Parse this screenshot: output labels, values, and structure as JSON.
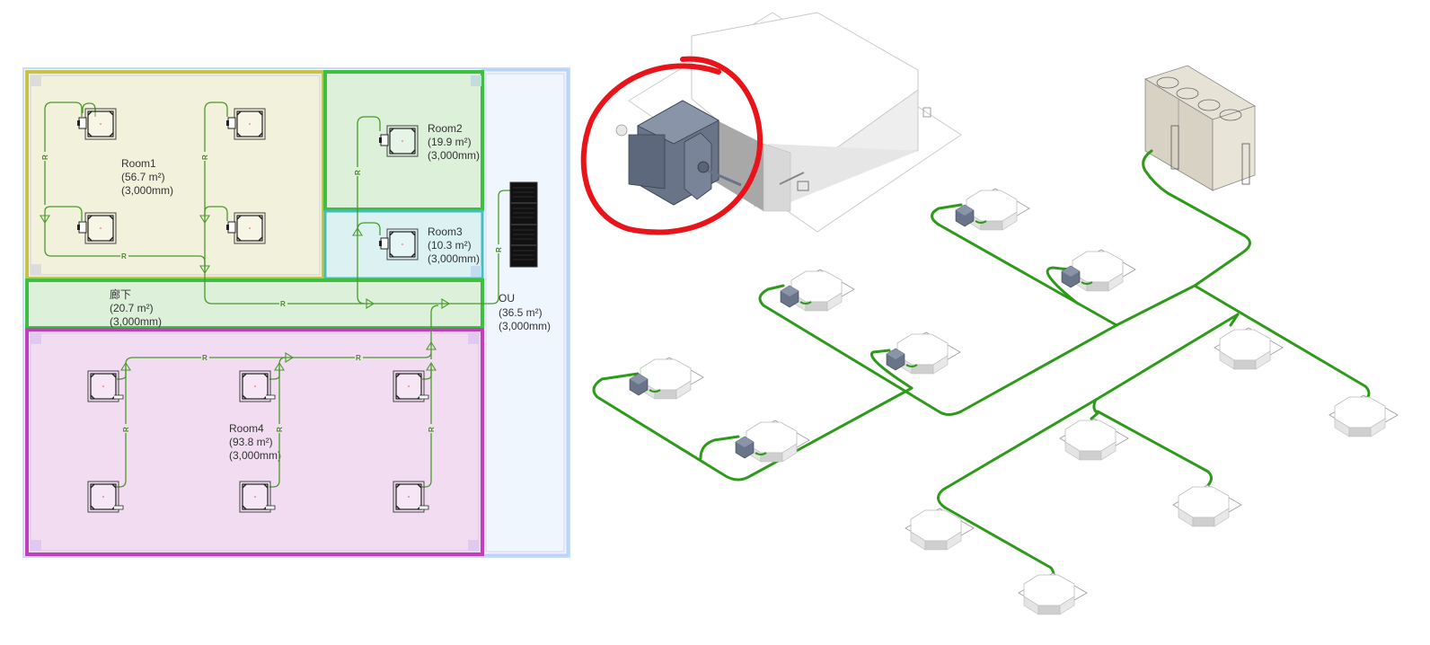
{
  "plan": {
    "rooms": [
      {
        "id": "room1",
        "name": "Room1",
        "area": "(56.7 m²)",
        "height": "(3,000mm)",
        "fill": "#f2f1dc",
        "border": "#c6c24a"
      },
      {
        "id": "room2",
        "name": "Room2",
        "area": "(19.9 m²)",
        "height": "(3,000mm)",
        "fill": "#dcf0da",
        "border": "#3fbf3f"
      },
      {
        "id": "room3",
        "name": "Room3",
        "area": "(10.3 m²)",
        "height": "(3,000mm)",
        "fill": "#dcf2f2",
        "border": "#3fbfbf"
      },
      {
        "id": "corridor",
        "name": "廊下",
        "area": "(20.7 m²)",
        "height": "(3,000mm)",
        "fill": "#dcf0da",
        "border": "#3fbf3f"
      },
      {
        "id": "room4",
        "name": "Room4",
        "area": "(93.8 m²)",
        "height": "(3,000mm)",
        "fill": "#f2dcf2",
        "border": "#bf3fbf"
      },
      {
        "id": "ou",
        "name": "OU",
        "area": "(36.5 m²)",
        "height": "(3,000mm)",
        "fill": "#f0f6fe",
        "border": "#b8d4f8"
      }
    ],
    "refrigerant_marker": "R",
    "pipe_color": "#4a9a2a"
  },
  "view3d": {
    "pipe_color": "#2e9a1a",
    "highlight_color": "#e8141a",
    "indoor_unit_color": "#6a7488",
    "outdoor_unit_color": "#d8d2c4"
  }
}
